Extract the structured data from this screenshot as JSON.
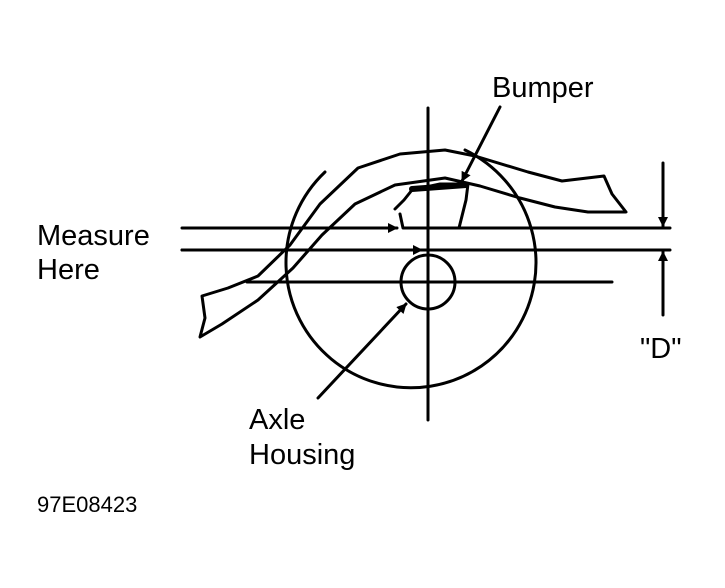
{
  "diagram": {
    "labels": {
      "bumper": "Bumper",
      "measure_line1": "Measure",
      "measure_line2": "Here",
      "axle_line1": "Axle",
      "axle_line2": "Housing",
      "dimension": "\"D\""
    },
    "figure_code": "97E08423"
  }
}
